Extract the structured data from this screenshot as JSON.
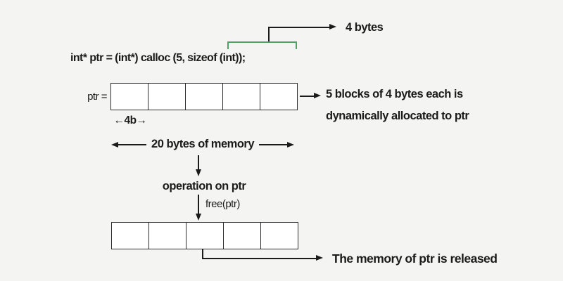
{
  "colors": {
    "background": "#f4f4f2",
    "ink": "#1b1b1b",
    "green": "#52a065",
    "block_border": "#2e2e2e",
    "block_fill": "#ffffff"
  },
  "code_line": "int* ptr = (int*) calloc (5, sizeof (int));",
  "size_annotation": {
    "label": "4 bytes"
  },
  "allocated_row": {
    "pointer_label": "ptr =",
    "block_count": 5,
    "block_width_label": "←4b→",
    "note_line1": "5 blocks of 4 bytes each is",
    "note_line2": "dynamically allocated to ptr"
  },
  "memory_span": {
    "label": "20 bytes of memory"
  },
  "flow": {
    "operation_label": "operation on ptr",
    "free_label": "free(ptr)"
  },
  "released_row": {
    "block_count": 5,
    "note": "The memory of ptr is released"
  }
}
